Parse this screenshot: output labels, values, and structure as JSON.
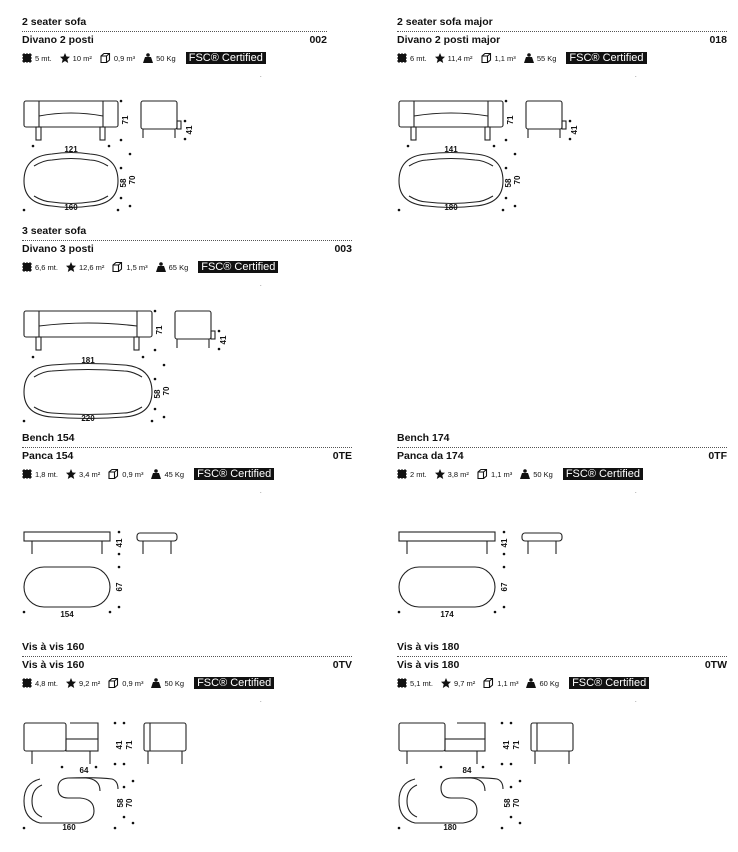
{
  "products": [
    {
      "en": "2 seater sofa",
      "it": "Divano 2 posti",
      "code": "002",
      "specs": [
        "5 mt.",
        "10 m²",
        "0,9 m³",
        "50 Kg"
      ],
      "fsc": "FSC® Certified",
      "dims": {
        "back": "121",
        "width": "160",
        "height": "71",
        "seat_h": "41",
        "depth_a": "58",
        "depth_b": "70"
      }
    },
    {
      "en": "2 seater sofa major",
      "it": "Divano 2 posti major",
      "code": "018",
      "specs": [
        "6 mt.",
        "11,4 m²",
        "1,1 m³",
        "55 Kg"
      ],
      "fsc": "FSC® Certified",
      "dims": {
        "back": "141",
        "width": "180",
        "height": "71",
        "seat_h": "41",
        "depth_a": "58",
        "depth_b": "70"
      }
    },
    {
      "en": "3 seater sofa",
      "it": "Divano 3 posti",
      "code": "003",
      "specs": [
        "6,6 mt.",
        "12,6 m²",
        "1,5 m³",
        "65 Kg"
      ],
      "fsc": "FSC® Certified",
      "dims": {
        "back": "181",
        "width": "220",
        "height": "71",
        "seat_h": "41",
        "depth_a": "58",
        "depth_b": "70"
      }
    },
    {
      "en": "Bench 154",
      "it": "Panca 154",
      "code": "0TE",
      "specs": [
        "1,8 mt.",
        "3,4 m²",
        "0,9 m³",
        "45 Kg"
      ],
      "fsc": "FSC® Certified",
      "dims": {
        "width": "154",
        "seat_h": "41",
        "depth": "67"
      }
    },
    {
      "en": "Bench 174",
      "it": "Panca da 174",
      "code": "0TF",
      "specs": [
        "2 mt.",
        "3,8 m²",
        "1,1 m³",
        "50 Kg"
      ],
      "fsc": "FSC® Certified",
      "dims": {
        "width": "174",
        "seat_h": "41",
        "depth": "67"
      }
    },
    {
      "en": "Vis à vis 160",
      "it": "Vis à vis 160",
      "code": "0TV",
      "specs": [
        "4,8 mt.",
        "9,2 m²",
        "0,9 m³",
        "50 Kg"
      ],
      "fsc": "FSC® Certified",
      "dims": {
        "inner": "64",
        "width": "160",
        "height": "71",
        "seat_h": "41",
        "depth_a": "58",
        "depth_b": "70"
      }
    },
    {
      "en": "Vis à vis 180",
      "it": "Vis à vis 180",
      "code": "0TW",
      "specs": [
        "5,1 mt.",
        "9,7 m²",
        "1,1 m³",
        "60 Kg"
      ],
      "fsc": "FSC® Certified",
      "dims": {
        "inner": "84",
        "width": "180",
        "height": "71",
        "seat_h": "41",
        "depth_a": "58",
        "depth_b": "70"
      }
    }
  ]
}
